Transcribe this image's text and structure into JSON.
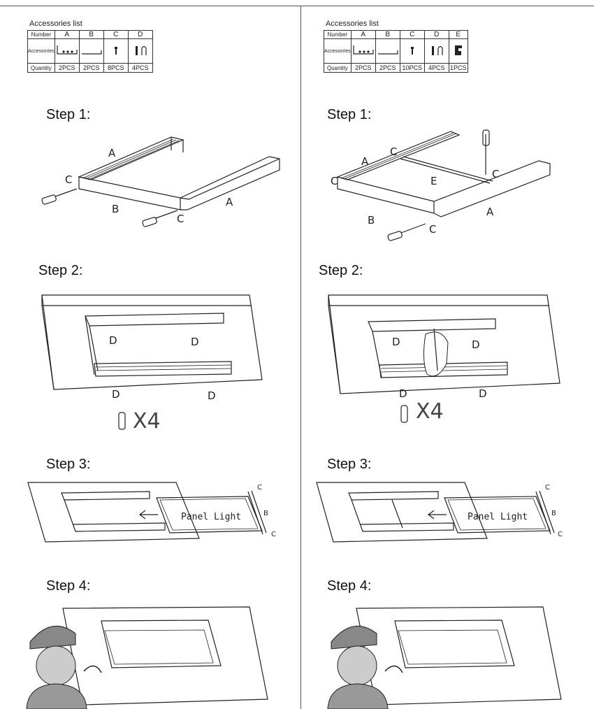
{
  "left": {
    "accessories_title": "Accessories list",
    "table": {
      "row_labels": [
        "Number",
        "Accessories",
        "Quantity"
      ],
      "numbers": [
        "A",
        "B",
        "C",
        "D"
      ],
      "quantities": [
        "2PCS",
        "2PCS",
        "8PCS",
        "4PCS"
      ]
    },
    "steps": [
      "Step 1:",
      "Step 2:",
      "Step 3:",
      "Step 4:"
    ],
    "step1_labels": {
      "a_top": "A",
      "c_left": "C",
      "b": "B",
      "c_right": "C",
      "a_right": "A"
    },
    "step2_labels": {
      "d1": "D",
      "d2": "D",
      "d3": "D",
      "d4": "D",
      "multiplier": "X4"
    },
    "step3_labels": {
      "panel": "Panel Light",
      "b": "B",
      "c_top": "C",
      "c_bottom": "C"
    }
  },
  "right": {
    "accessories_title": "Accessories list",
    "table": {
      "row_labels": [
        "Number",
        "Accessories",
        "Quantity"
      ],
      "numbers": [
        "A",
        "B",
        "C",
        "D",
        "E"
      ],
      "quantities": [
        "2PCS",
        "2PCS",
        "10PCS",
        "4PCS",
        "1PCS"
      ]
    },
    "steps": [
      "Step 1:",
      "Step 2:",
      "Step 3:",
      "Step 4:"
    ],
    "step1_labels": {
      "c_top": "C",
      "a_top": "A",
      "c_left": "C",
      "e": "E",
      "c_right": "C",
      "b": "B",
      "a_right": "A",
      "c_bottom": "C"
    },
    "step2_labels": {
      "d1": "D",
      "d2": "D",
      "d3": "D",
      "d4": "D",
      "multiplier": "X4"
    },
    "step3_labels": {
      "panel": "Panel Light",
      "b": "B",
      "c_top": "C",
      "c_bottom": "C"
    }
  }
}
